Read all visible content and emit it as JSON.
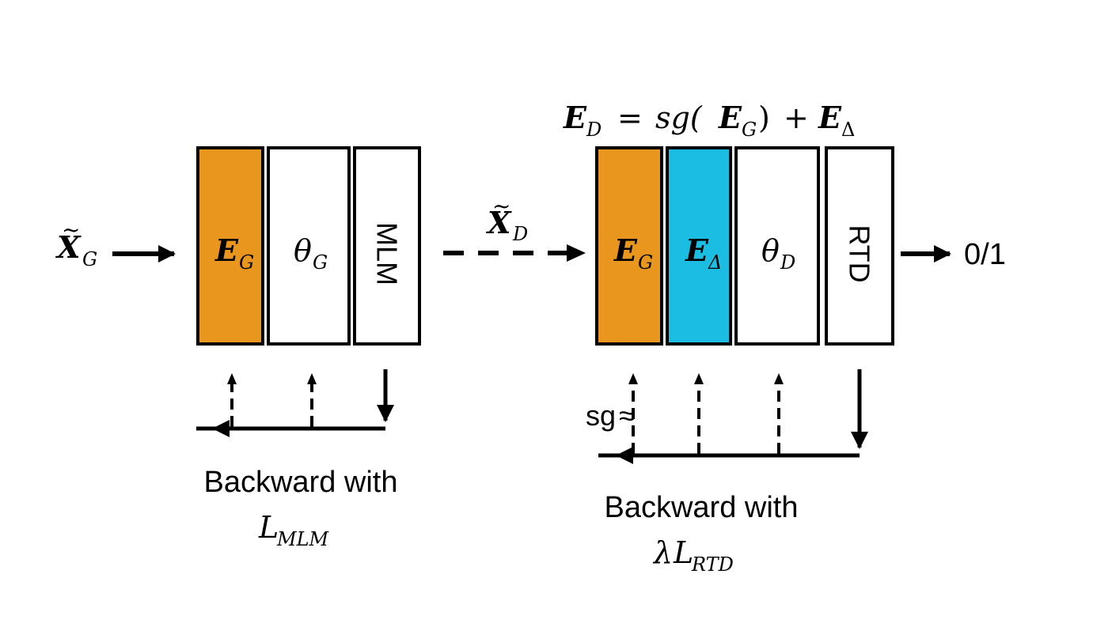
{
  "colors": {
    "embedding_generator": "#E8961E",
    "embedding_delta": "#1BBDE3",
    "stroke": "#000000",
    "background": "#FFFFFF"
  },
  "generator": {
    "input_label": {
      "symbol": "X",
      "sub": "G"
    },
    "blocks": [
      {
        "symbol": "E",
        "sub": "G"
      },
      {
        "symbol": "θ",
        "sub": "G"
      },
      {
        "label": "MLM"
      }
    ],
    "backward": {
      "line1": "Backward with",
      "loss": {
        "symbol": "L",
        "sub": "MLM"
      }
    }
  },
  "middle": {
    "label": {
      "symbol": "X",
      "sub": "D"
    }
  },
  "discriminator": {
    "formula": {
      "lhs_symbol": "E",
      "lhs_sub": "D",
      "eq": "=",
      "func": "sg(",
      "arg_symbol": "E",
      "arg_sub": "G",
      "close": ")",
      "plus": "+",
      "rhs_symbol": "E",
      "rhs_sub": "Δ"
    },
    "blocks": [
      {
        "symbol": "E",
        "sub": "G"
      },
      {
        "symbol": "E",
        "sub": "Δ"
      },
      {
        "symbol": "θ",
        "sub": "D"
      },
      {
        "label": "RTD"
      }
    ],
    "output": "0/1",
    "sg_label": "sg",
    "sg_symbol": "≈",
    "backward": {
      "line1": "Backward with",
      "loss": {
        "prefix": "λ",
        "symbol": "L",
        "sub": "RTD"
      }
    }
  }
}
